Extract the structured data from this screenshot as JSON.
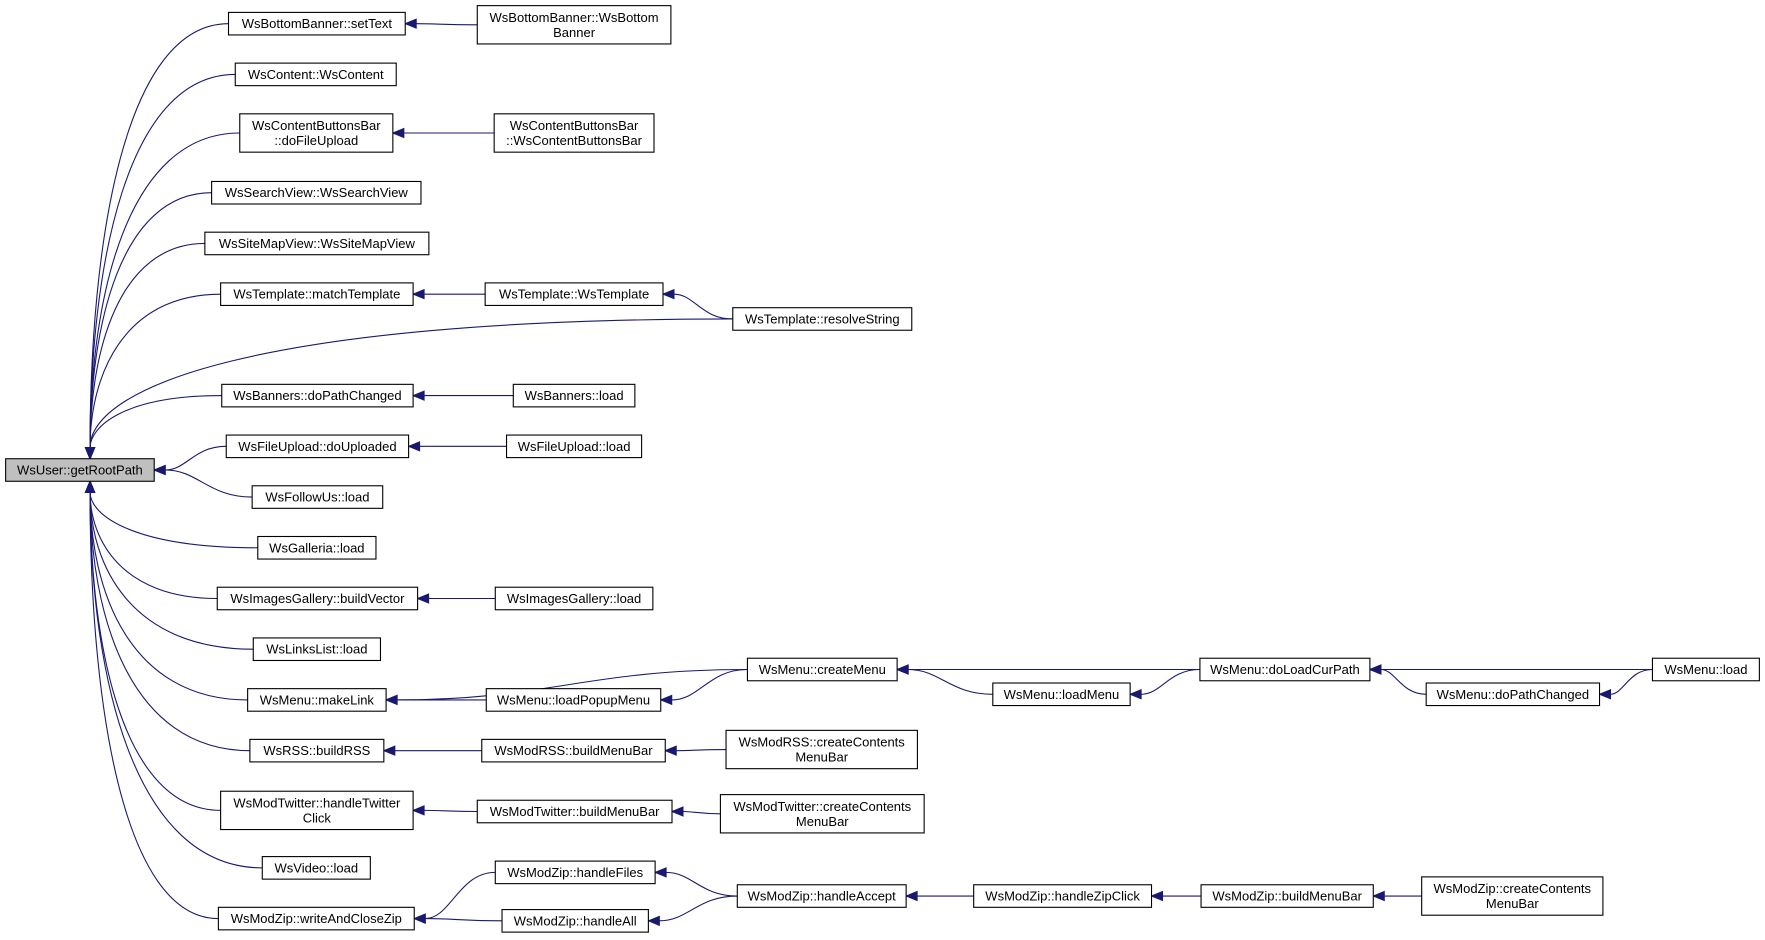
{
  "nodes": [
    {
      "id": "root",
      "lines": [
        "WsUser::getRootPath"
      ]
    },
    {
      "id": "bb_settext",
      "lines": [
        "WsBottomBanner::setText"
      ]
    },
    {
      "id": "bb_ctor",
      "lines": [
        "WsBottomBanner::WsBottom",
        "Banner"
      ]
    },
    {
      "id": "content_ctor",
      "lines": [
        "WsContent::WsContent"
      ]
    },
    {
      "id": "cbb_upload",
      "lines": [
        "WsContentButtonsBar",
        "::doFileUpload"
      ]
    },
    {
      "id": "cbb_ctor",
      "lines": [
        "WsContentButtonsBar",
        "::WsContentButtonsBar"
      ]
    },
    {
      "id": "search_ctor",
      "lines": [
        "WsSearchView::WsSearchView"
      ]
    },
    {
      "id": "sitemap_ctor",
      "lines": [
        "WsSiteMapView::WsSiteMapView"
      ]
    },
    {
      "id": "tpl_match",
      "lines": [
        "WsTemplate::matchTemplate"
      ]
    },
    {
      "id": "tpl_ctor",
      "lines": [
        "WsTemplate::WsTemplate"
      ]
    },
    {
      "id": "tpl_resolve",
      "lines": [
        "WsTemplate::resolveString"
      ]
    },
    {
      "id": "banners_path",
      "lines": [
        "WsBanners::doPathChanged"
      ]
    },
    {
      "id": "banners_load",
      "lines": [
        "WsBanners::load"
      ]
    },
    {
      "id": "fu_uploaded",
      "lines": [
        "WsFileUpload::doUploaded"
      ]
    },
    {
      "id": "fu_load",
      "lines": [
        "WsFileUpload::load"
      ]
    },
    {
      "id": "follow_load",
      "lines": [
        "WsFollowUs::load"
      ]
    },
    {
      "id": "galleria_load",
      "lines": [
        "WsGalleria::load"
      ]
    },
    {
      "id": "ig_build",
      "lines": [
        "WsImagesGallery::buildVector"
      ]
    },
    {
      "id": "ig_load",
      "lines": [
        "WsImagesGallery::load"
      ]
    },
    {
      "id": "links_load",
      "lines": [
        "WsLinksList::load"
      ]
    },
    {
      "id": "menu_makelink",
      "lines": [
        "WsMenu::makeLink"
      ]
    },
    {
      "id": "menu_create",
      "lines": [
        "WsMenu::createMenu"
      ]
    },
    {
      "id": "menu_popup",
      "lines": [
        "WsMenu::loadPopupMenu"
      ]
    },
    {
      "id": "menu_loadmenu",
      "lines": [
        "WsMenu::loadMenu"
      ]
    },
    {
      "id": "menu_curpath",
      "lines": [
        "WsMenu::doLoadCurPath"
      ]
    },
    {
      "id": "menu_pathchanged",
      "lines": [
        "WsMenu::doPathChanged"
      ]
    },
    {
      "id": "menu_load",
      "lines": [
        "WsMenu::load"
      ]
    },
    {
      "id": "rss_build",
      "lines": [
        "WsRSS::buildRSS"
      ]
    },
    {
      "id": "modrss_menubar",
      "lines": [
        "WsModRSS::buildMenuBar"
      ]
    },
    {
      "id": "modrss_create",
      "lines": [
        "WsModRSS::createContents",
        "MenuBar"
      ]
    },
    {
      "id": "tw_click",
      "lines": [
        "WsModTwitter::handleTwitter",
        "Click"
      ]
    },
    {
      "id": "tw_menubar",
      "lines": [
        "WsModTwitter::buildMenuBar"
      ]
    },
    {
      "id": "tw_create",
      "lines": [
        "WsModTwitter::createContents",
        "MenuBar"
      ]
    },
    {
      "id": "video_load",
      "lines": [
        "WsVideo::load"
      ]
    },
    {
      "id": "zip_write",
      "lines": [
        "WsModZip::writeAndCloseZip"
      ]
    },
    {
      "id": "zip_files",
      "lines": [
        "WsModZip::handleFiles"
      ]
    },
    {
      "id": "zip_all",
      "lines": [
        "WsModZip::handleAll"
      ]
    },
    {
      "id": "zip_accept",
      "lines": [
        "WsModZip::handleAccept"
      ]
    },
    {
      "id": "zip_click",
      "lines": [
        "WsModZip::handleZipClick"
      ]
    },
    {
      "id": "zip_menubar",
      "lines": [
        "WsModZip::buildMenuBar"
      ]
    },
    {
      "id": "zip_create",
      "lines": [
        "WsModZip::createContents",
        "MenuBar"
      ]
    }
  ],
  "edges": [
    [
      "bb_settext",
      "root"
    ],
    [
      "content_ctor",
      "root"
    ],
    [
      "cbb_upload",
      "root"
    ],
    [
      "search_ctor",
      "root"
    ],
    [
      "sitemap_ctor",
      "root"
    ],
    [
      "tpl_match",
      "root"
    ],
    [
      "tpl_resolve",
      "root"
    ],
    [
      "banners_path",
      "root"
    ],
    [
      "fu_uploaded",
      "root"
    ],
    [
      "follow_load",
      "root"
    ],
    [
      "galleria_load",
      "root"
    ],
    [
      "ig_build",
      "root"
    ],
    [
      "links_load",
      "root"
    ],
    [
      "menu_makelink",
      "root"
    ],
    [
      "rss_build",
      "root"
    ],
    [
      "tw_click",
      "root"
    ],
    [
      "video_load",
      "root"
    ],
    [
      "zip_write",
      "root"
    ],
    [
      "bb_ctor",
      "bb_settext"
    ],
    [
      "cbb_ctor",
      "cbb_upload"
    ],
    [
      "tpl_ctor",
      "tpl_match"
    ],
    [
      "tpl_resolve",
      "tpl_ctor"
    ],
    [
      "banners_load",
      "banners_path"
    ],
    [
      "fu_load",
      "fu_uploaded"
    ],
    [
      "ig_load",
      "ig_build"
    ],
    [
      "menu_create",
      "menu_makelink"
    ],
    [
      "menu_popup",
      "menu_makelink"
    ],
    [
      "menu_create",
      "menu_popup"
    ],
    [
      "menu_loadmenu",
      "menu_create"
    ],
    [
      "menu_curpath",
      "menu_create"
    ],
    [
      "menu_curpath",
      "menu_loadmenu"
    ],
    [
      "menu_load",
      "menu_curpath"
    ],
    [
      "menu_pathchanged",
      "menu_curpath"
    ],
    [
      "menu_load",
      "menu_pathchanged"
    ],
    [
      "modrss_menubar",
      "rss_build"
    ],
    [
      "modrss_create",
      "modrss_menubar"
    ],
    [
      "tw_menubar",
      "tw_click"
    ],
    [
      "tw_create",
      "tw_menubar"
    ],
    [
      "zip_files",
      "zip_write"
    ],
    [
      "zip_all",
      "zip_write"
    ],
    [
      "zip_accept",
      "zip_files"
    ],
    [
      "zip_accept",
      "zip_all"
    ],
    [
      "zip_click",
      "zip_accept"
    ],
    [
      "zip_menubar",
      "zip_click"
    ],
    [
      "zip_create",
      "zip_menubar"
    ]
  ],
  "colors": {
    "edge": "#191970",
    "root_fill": "#bfbfbf",
    "node_fill": "#ffffff",
    "node_stroke": "#000000"
  }
}
